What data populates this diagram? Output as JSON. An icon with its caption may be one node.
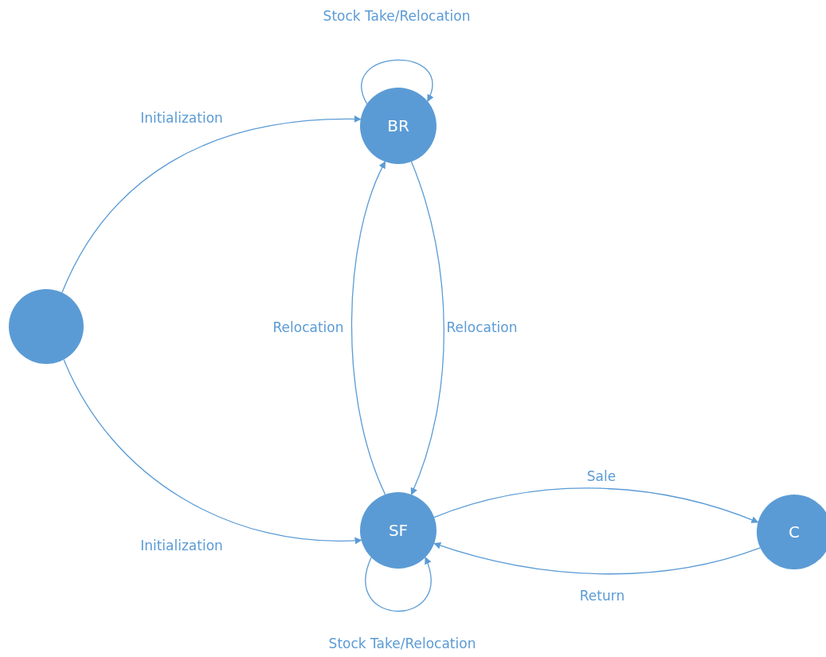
{
  "diagram": {
    "nodes": [
      {
        "text": [],
        "shape": "circle"
      },
      {
        "text": [
          "BR"
        ]
      },
      {
        "text": [
          "SF"
        ]
      },
      {
        "text": [
          "C"
        ]
      }
    ],
    "edges": [
      {
        "from": 1,
        "to": 1,
        "arrow": "to",
        "label": "Stock Take/Relocation"
      },
      {
        "from": 0,
        "to": 1,
        "arrow": "to",
        "label": "Initialization"
      },
      {
        "from": 0,
        "to": 2,
        "arrow": "to",
        "label": "Initialization"
      },
      {
        "from": 2,
        "to": 1,
        "arrow": "to",
        "label": "Relocation"
      },
      {
        "from": 1,
        "to": 2,
        "arrow": "to",
        "label": "Relocation"
      },
      {
        "from": 2,
        "to": 3,
        "arrow": "to",
        "label": "Sale"
      },
      {
        "from": 3,
        "to": 2,
        "arrow": "to",
        "label": "Return"
      },
      {
        "from": 2,
        "to": 2,
        "arrow": "to",
        "label": "Stock Take/Relocation"
      }
    ]
  }
}
